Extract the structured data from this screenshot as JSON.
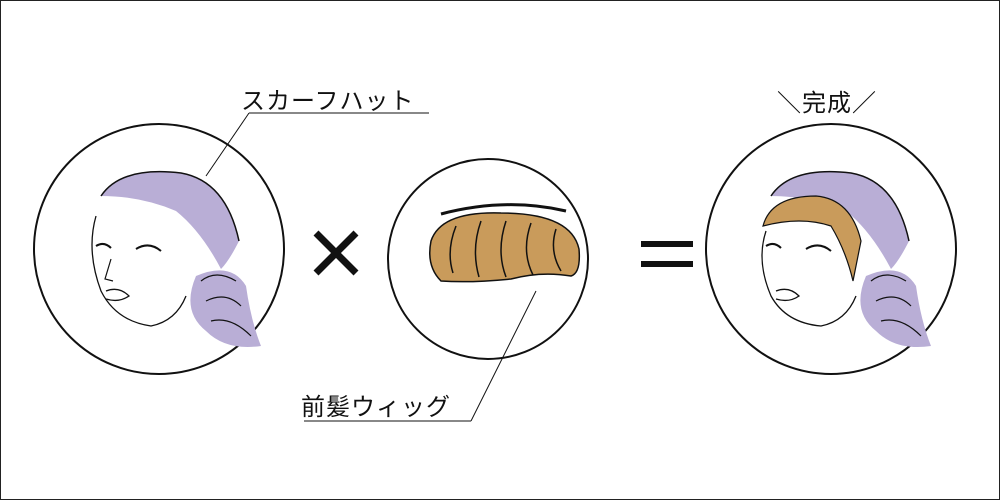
{
  "labels": {
    "scarf_hat": "スカーフハット",
    "bangs_wig": "前髪ウィッグ",
    "complete": "＼完成／"
  },
  "operators": {
    "times": "×",
    "equals": "="
  },
  "colors": {
    "scarf": "#b9aed6",
    "wig": "#c99b5b",
    "line": "#111111"
  }
}
